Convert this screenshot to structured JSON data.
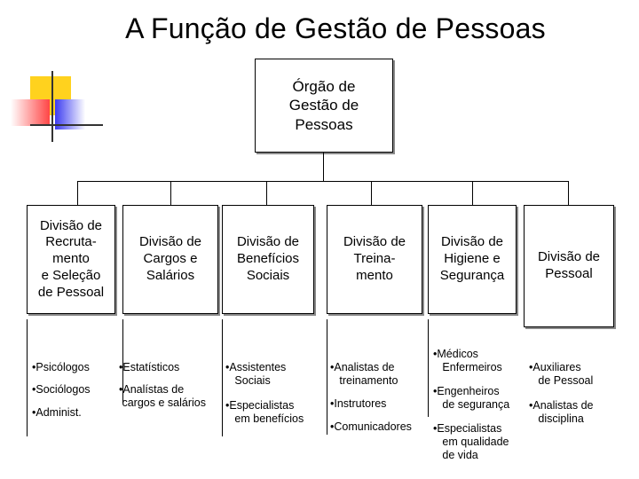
{
  "title": "A Função de Gestão de Pessoas",
  "root": "Órgão de\nGestão de\nPessoas",
  "divisions": [
    {
      "label": "Divisão de\nRecruta-\nmento\ne Seleção\nde Pessoal",
      "roles": [
        "•Psicólogos",
        "•Sociólogos",
        "•Administ."
      ]
    },
    {
      "label": "Divisão de\nCargos e\nSalários",
      "roles": [
        "•Estatísticos",
        "•Analístas de\n cargos e salários"
      ]
    },
    {
      "label": "Divisão de\nBenefícios\nSociais",
      "roles": [
        "•Assistentes\n   Sociais",
        "•Especialistas\n   em benefícios"
      ]
    },
    {
      "label": "Divisão de\nTreina-\nmento",
      "roles": [
        "•Analistas de\n   treinamento",
        "•Instrutores",
        "•Comunicadores"
      ]
    },
    {
      "label": "Divisão de\nHigiene e\nSegurança",
      "roles": [
        "•Médicos\n   Enfermeiros",
        "•Engenheiros\n   de segurança",
        "•Especialistas\n   em qualidade\n   de vida"
      ]
    },
    {
      "label": "Divisão de\nPessoal",
      "roles": [
        "•Auxiliares\n   de Pessoal",
        "•Analistas de\n   disciplina"
      ]
    }
  ],
  "colors": {
    "deco_yellow": "#ffd21e",
    "deco_red": "#ff4545",
    "deco_blue": "#3c3cf0",
    "line": "#000000"
  }
}
